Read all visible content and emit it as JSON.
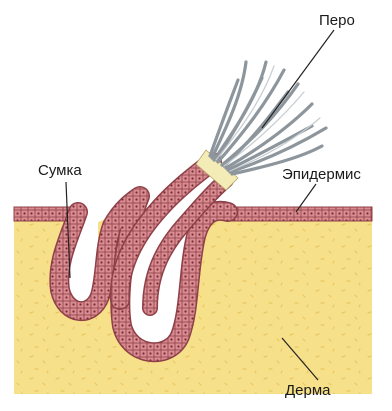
{
  "labels": {
    "feather": "Перо",
    "sac": "Сумка",
    "epidermis": "Эпидермис",
    "dermis": "Дерма"
  },
  "colors": {
    "dermis_fill": "#f7e08a",
    "dermis_speckle": "#e9c560",
    "cell_fill": "#d98c91",
    "cell_outline": "#8e3f47",
    "cell_nucleus": "#7a2b35",
    "feather_barbs": "#8d969c",
    "leader_line": "#222222"
  }
}
